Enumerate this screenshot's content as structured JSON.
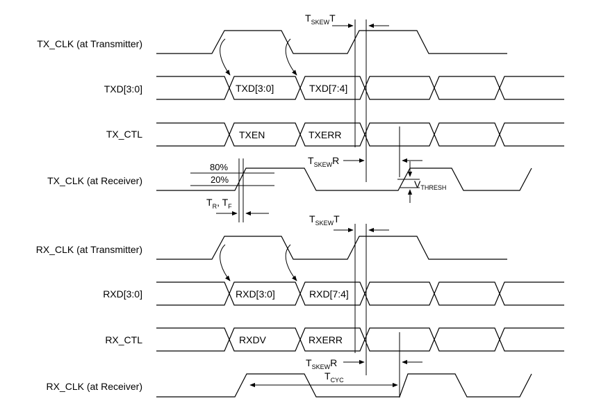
{
  "signals": {
    "tx_clk_tx": "TX_CLK (at Transmitter)",
    "txd": "TXD[3:0]",
    "tx_ctl": "TX_CTL",
    "tx_clk_rx": "TX_CLK (at Receiver)",
    "rx_clk_tx": "RX_CLK (at Transmitter)",
    "rxd": "RXD[3:0]",
    "rx_ctl": "RX_CTL",
    "rx_clk_rx": "RX_CLK (at Receiver)"
  },
  "data": {
    "txd_a": "TXD[3:0]",
    "txd_b": "TXD[7:4]",
    "txen": "TXEN",
    "txerr": "TXERR",
    "rxd_a": "RXD[3:0]",
    "rxd_b": "RXD[7:4]",
    "rxdv": "RXDV",
    "rxerr": "RXERR"
  },
  "annotations": {
    "t": "T",
    "skew": "SKEW",
    "suffix_t": "T",
    "suffix_r": "R",
    "cyc": "CYC",
    "thresh": "THRESH",
    "v": "V",
    "tr_tf_r": "R",
    "tr_tf_sep": ", T",
    "tr_tf_f": "F",
    "pct80": "80%",
    "pct20": "20%"
  }
}
